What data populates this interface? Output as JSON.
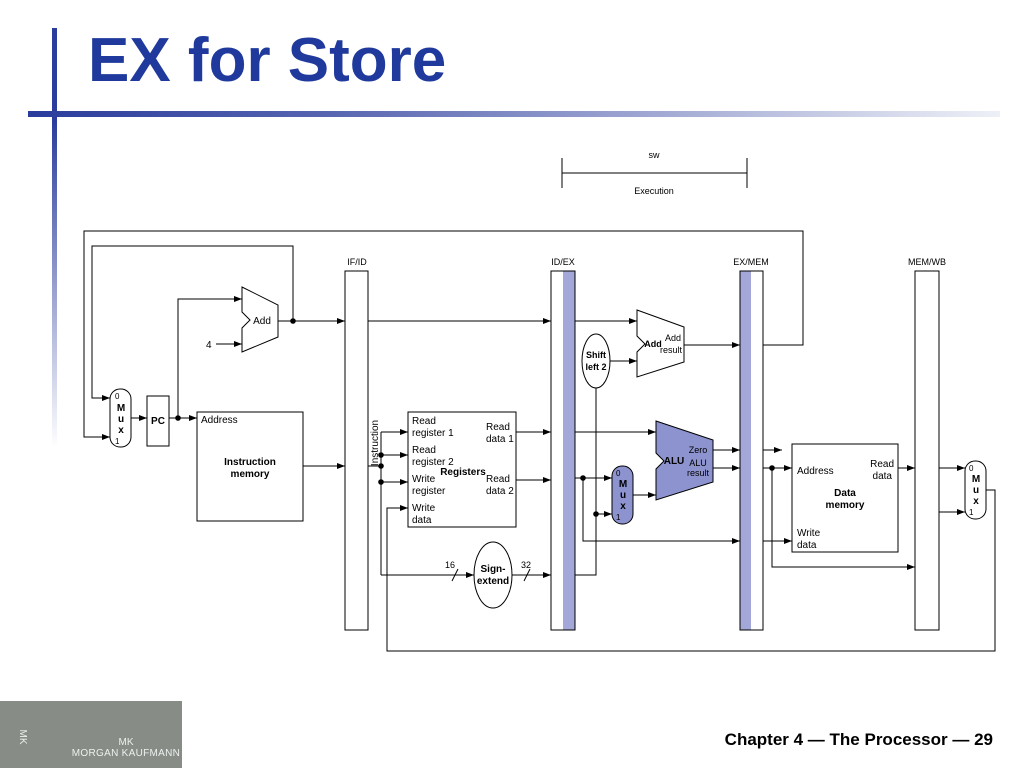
{
  "slide": {
    "title": "EX for Store",
    "footer": "Chapter 4 — The Processor — 29",
    "colors": {
      "accent": "#1f3a9c",
      "stage_shade": "#a3a8d8",
      "alu_fill": "#8c93ce"
    }
  },
  "stage_bracket": {
    "instruction": "sw",
    "stage": "Execution"
  },
  "pipeline_registers": [
    "IF/ID",
    "ID/EX",
    "EX/MEM",
    "MEM/WB"
  ],
  "if_stage": {
    "mux": {
      "in0": "0",
      "letters": [
        "M",
        "u",
        "x"
      ],
      "in1": "1"
    },
    "pc": "PC",
    "adder": "Add",
    "constant": "4",
    "instruction_memory": {
      "address": "Address",
      "title": [
        "Instruction",
        "memory"
      ]
    }
  },
  "id_stage": {
    "instruction_bus": "Instruction",
    "registers": {
      "title": "Registers",
      "read_register_1": [
        "Read",
        "register 1"
      ],
      "read_register_2": [
        "Read",
        "register 2"
      ],
      "write_register": [
        "Write",
        "register"
      ],
      "write_data": [
        "Write",
        "data"
      ],
      "read_data_1": [
        "Read",
        "data 1"
      ],
      "read_data_2": [
        "Read",
        "data 2"
      ]
    },
    "sign_extend": {
      "title": [
        "Sign-",
        "extend"
      ],
      "in_width": "16",
      "out_width": "32"
    }
  },
  "ex_stage": {
    "shift": [
      "Shift",
      "left 2"
    ],
    "branch_adder": {
      "title": "Add",
      "output": [
        "Add",
        "result"
      ]
    },
    "alu": {
      "title": "ALU",
      "zero": "Zero",
      "result": [
        "ALU",
        "result"
      ]
    },
    "mux": {
      "in0": "0",
      "letters": [
        "M",
        "u",
        "x"
      ],
      "in1": "1"
    }
  },
  "mem_stage": {
    "data_memory": {
      "address": "Address",
      "read_data": [
        "Read",
        "data"
      ],
      "title": [
        "Data",
        "memory"
      ],
      "write_data": [
        "Write",
        "data"
      ]
    }
  },
  "wb_stage": {
    "mux": {
      "in0": "0",
      "letters": [
        "M",
        "u",
        "x"
      ],
      "in1": "1"
    }
  },
  "logo": {
    "mark": "MK",
    "publisher": "MORGAN KAUFMANN"
  }
}
